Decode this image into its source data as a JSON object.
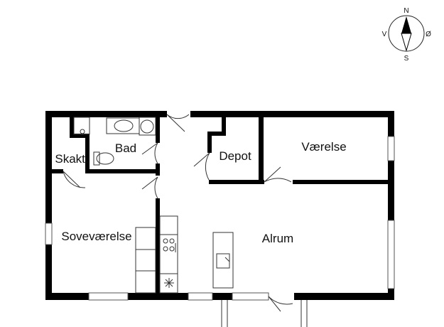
{
  "compass": {
    "north": "N",
    "south": "S",
    "west": "V",
    "east": "Ø"
  },
  "rooms": {
    "bad": "Bad",
    "skakt": "Skakt.",
    "depot": "Depot",
    "vaerelse": "Værelse",
    "sovevaerelse": "Soveværelse",
    "alrum": "Alrum"
  },
  "icons": [
    "compass-icon",
    "sink-icon",
    "toilet-icon",
    "shower-icon",
    "stove-icon",
    "kitchen-sink-icon",
    "fan-icon"
  ]
}
